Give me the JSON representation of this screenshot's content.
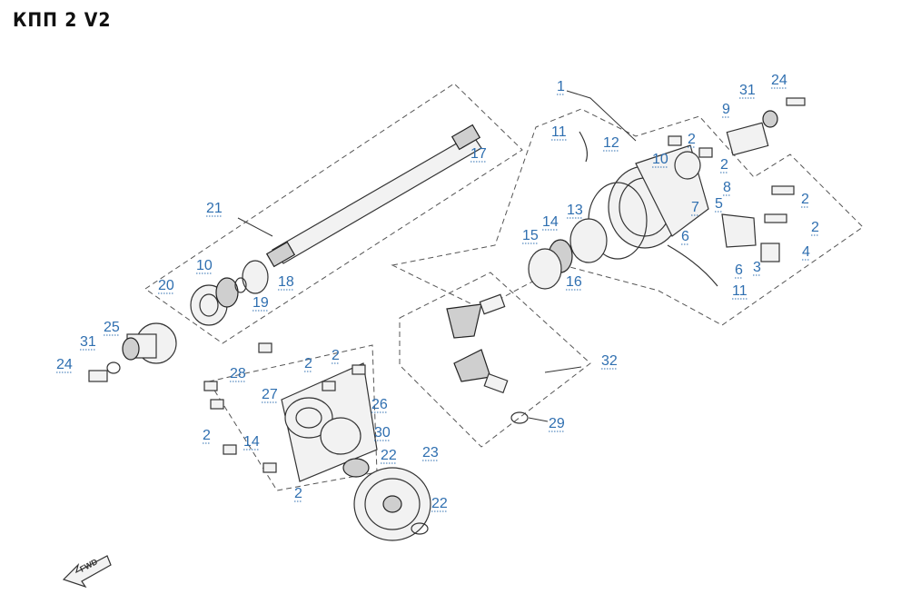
{
  "title": "КПП 2 V2",
  "callouts": [
    {
      "id": "c1",
      "text": "1"
    },
    {
      "id": "c2a",
      "text": "2"
    },
    {
      "id": "c2b",
      "text": "2"
    },
    {
      "id": "c2c",
      "text": "2"
    },
    {
      "id": "c2d",
      "text": "2"
    },
    {
      "id": "c2e",
      "text": "2"
    },
    {
      "id": "c2f",
      "text": "2"
    },
    {
      "id": "c2g",
      "text": "2"
    },
    {
      "id": "c2h",
      "text": "2"
    },
    {
      "id": "c3",
      "text": "3"
    },
    {
      "id": "c4",
      "text": "4"
    },
    {
      "id": "c5",
      "text": "5"
    },
    {
      "id": "c6a",
      "text": "6"
    },
    {
      "id": "c6b",
      "text": "6"
    },
    {
      "id": "c7",
      "text": "7"
    },
    {
      "id": "c8",
      "text": "8"
    },
    {
      "id": "c9",
      "text": "9"
    },
    {
      "id": "c10a",
      "text": "10"
    },
    {
      "id": "c10b",
      "text": "10"
    },
    {
      "id": "c11a",
      "text": "11"
    },
    {
      "id": "c11b",
      "text": "11"
    },
    {
      "id": "c12",
      "text": "12"
    },
    {
      "id": "c13",
      "text": "13"
    },
    {
      "id": "c14a",
      "text": "14"
    },
    {
      "id": "c14b",
      "text": "14"
    },
    {
      "id": "c15",
      "text": "15"
    },
    {
      "id": "c16",
      "text": "16"
    },
    {
      "id": "c17",
      "text": "17"
    },
    {
      "id": "c18",
      "text": "18"
    },
    {
      "id": "c19",
      "text": "19"
    },
    {
      "id": "c20",
      "text": "20"
    },
    {
      "id": "c21",
      "text": "21"
    },
    {
      "id": "c22a",
      "text": "22"
    },
    {
      "id": "c22b",
      "text": "22"
    },
    {
      "id": "c23",
      "text": "23"
    },
    {
      "id": "c24a",
      "text": "24"
    },
    {
      "id": "c24b",
      "text": "24"
    },
    {
      "id": "c25",
      "text": "25"
    },
    {
      "id": "c26",
      "text": "26"
    },
    {
      "id": "c27",
      "text": "27"
    },
    {
      "id": "c28",
      "text": "28"
    },
    {
      "id": "c29",
      "text": "29"
    },
    {
      "id": "c30",
      "text": "30"
    },
    {
      "id": "c31a",
      "text": "31"
    },
    {
      "id": "c31b",
      "text": "31"
    },
    {
      "id": "c32",
      "text": "32"
    }
  ],
  "fwd_label": "FWD",
  "colors": {
    "callout": "#2f6fb0",
    "line": "#333333"
  }
}
